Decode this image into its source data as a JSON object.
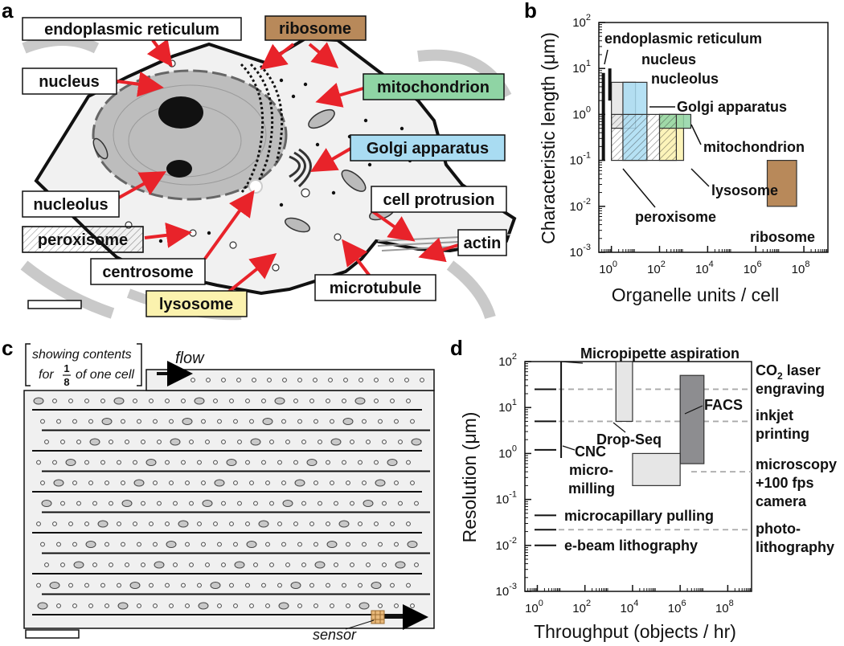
{
  "panels": {
    "a": "a",
    "b": "b",
    "c": "c",
    "d": "d"
  },
  "panel_a": {
    "labels": {
      "er": "endoplasmic reticulum",
      "ribosome": "ribosome",
      "nucleus": "nucleus",
      "mitochondrion": "mitochondrion",
      "golgi": "Golgi apparatus",
      "nucleolus": "nucleolus",
      "protrusion": "cell protrusion",
      "peroxisome": "peroxisome",
      "actin": "actin",
      "centrosome": "centrosome",
      "lysosome": "lysosome",
      "microtubule": "microtubule"
    },
    "colors": {
      "ribosome": "#b8895a",
      "mitochondrion": "#8fd4a4",
      "golgi": "#a9dcf2",
      "lysosome": "#fbf2ae",
      "arrow": "#e8232a"
    }
  },
  "panel_b": {
    "xlabel": "Organelle units / cell",
    "ylabel": "Characteristic length (μm)",
    "xticks": [
      "10",
      "10",
      "10",
      "10",
      "10"
    ],
    "xtick_exp": [
      "0",
      "2",
      "4",
      "6",
      "8"
    ],
    "yticks": [
      "10",
      "10",
      "10",
      "10",
      "10",
      "10"
    ],
    "ytick_exp": [
      "-3",
      "-2",
      "-1",
      "0",
      "1",
      "2"
    ],
    "annotations": {
      "er": "endoplasmic reticulum",
      "nucleus": "nucleus",
      "nucleolus": "nucleolus",
      "golgi": "Golgi apparatus",
      "mito": "mitochondrion",
      "lyso": "lysosome",
      "perox": "peroxisome",
      "ribo": "ribosome"
    }
  },
  "panel_c": {
    "bracket_line1": "showing contents",
    "bracket_line2_pre": "for",
    "fraction_num": "1",
    "fraction_den": "8",
    "bracket_line2_post": "of one cell",
    "flow": "flow",
    "sensor": "sensor"
  },
  "panel_d": {
    "xlabel": "Throughput (objects / hr)",
    "ylabel": "Resolution (μm)",
    "xticks": [
      "10",
      "10",
      "10",
      "10",
      "10"
    ],
    "xtick_exp": [
      "0",
      "2",
      "4",
      "6",
      "8"
    ],
    "yticks": [
      "10",
      "10",
      "10",
      "10",
      "10",
      "10"
    ],
    "ytick_exp": [
      "-3",
      "-2",
      "-1",
      "0",
      "1",
      "2"
    ],
    "annotations": {
      "micropipette": "Micropipette aspiration",
      "dropseq": "Drop-Seq",
      "facs": "FACS",
      "cnc1": "CNC",
      "cnc2": "micro-",
      "cnc3": "milling",
      "capillary": "microcapillary pulling",
      "ebeam": "e-beam lithography",
      "co2_a": "CO",
      "co2_sub": "2",
      "co2_b": " laser",
      "co2_c": "engraving",
      "inkjet1": "inkjet",
      "inkjet2": "printing",
      "micro1": "microscopy",
      "micro2": "+100 fps",
      "micro3": "camera",
      "photo1": "photo-",
      "photo2": "lithography"
    }
  },
  "chart_data": [
    {
      "type": "bar",
      "panel": "b",
      "xlabel": "Organelle units / cell",
      "ylabel": "Characteristic length (μm)",
      "xscale": "log",
      "yscale": "log",
      "xlim": [
        0.3,
        1000000000
      ],
      "ylim": [
        0.001,
        100
      ],
      "series": [
        {
          "name": "endoplasmic reticulum",
          "x": [
            1,
            1
          ],
          "y": [
            0.1,
            8
          ]
        },
        {
          "name": "nucleus",
          "x": [
            1,
            1
          ],
          "y": [
            2,
            10
          ]
        },
        {
          "name": "nucleolus",
          "x": [
            1,
            10
          ],
          "y": [
            0.5,
            5
          ]
        },
        {
          "name": "Golgi apparatus",
          "x": [
            3,
            30
          ],
          "y": [
            0.1,
            5
          ]
        },
        {
          "name": "mitochondrion",
          "x": [
            100,
            2000
          ],
          "y": [
            0.5,
            1
          ]
        },
        {
          "name": "lysosome",
          "x": [
            100,
            1000
          ],
          "y": [
            0.1,
            1
          ]
        },
        {
          "name": "peroxisome",
          "x": [
            1,
            500
          ],
          "y": [
            0.1,
            1
          ]
        },
        {
          "name": "ribosome",
          "x": [
            3000000,
            50000000
          ],
          "y": [
            0.01,
            0.1
          ]
        }
      ]
    },
    {
      "type": "bar",
      "panel": "d",
      "xlabel": "Throughput (objects / hr)",
      "ylabel": "Resolution (μm)",
      "xscale": "log",
      "yscale": "log",
      "xlim": [
        0.3,
        1000000000
      ],
      "ylim": [
        0.001,
        100
      ],
      "series": [
        {
          "name": "Micropipette aspiration",
          "x": [
            10,
            10
          ],
          "y": [
            0.8,
            100
          ]
        },
        {
          "name": "Drop-Seq",
          "x": [
            2000,
            10000
          ],
          "y": [
            5,
            100
          ]
        },
        {
          "name": "FACS",
          "x": [
            1000000,
            10000000
          ],
          "y": [
            0.6,
            50
          ]
        },
        {
          "name": "microscopy +100 fps camera",
          "x": [
            10000,
            1000000
          ],
          "y": [
            0.2,
            1
          ]
        }
      ],
      "reference_lines": [
        {
          "name": "CO2 laser engraving",
          "y": 25
        },
        {
          "name": "inkjet printing",
          "y": 5
        },
        {
          "name": "CNC micro-milling",
          "y": 1.2
        },
        {
          "name": "microscopy +100 fps camera",
          "y": 0.4
        },
        {
          "name": "microcapillary pulling",
          "y": 0.045
        },
        {
          "name": "photo-lithography",
          "y": 0.022
        },
        {
          "name": "e-beam lithography",
          "y": 0.01
        }
      ]
    }
  ]
}
